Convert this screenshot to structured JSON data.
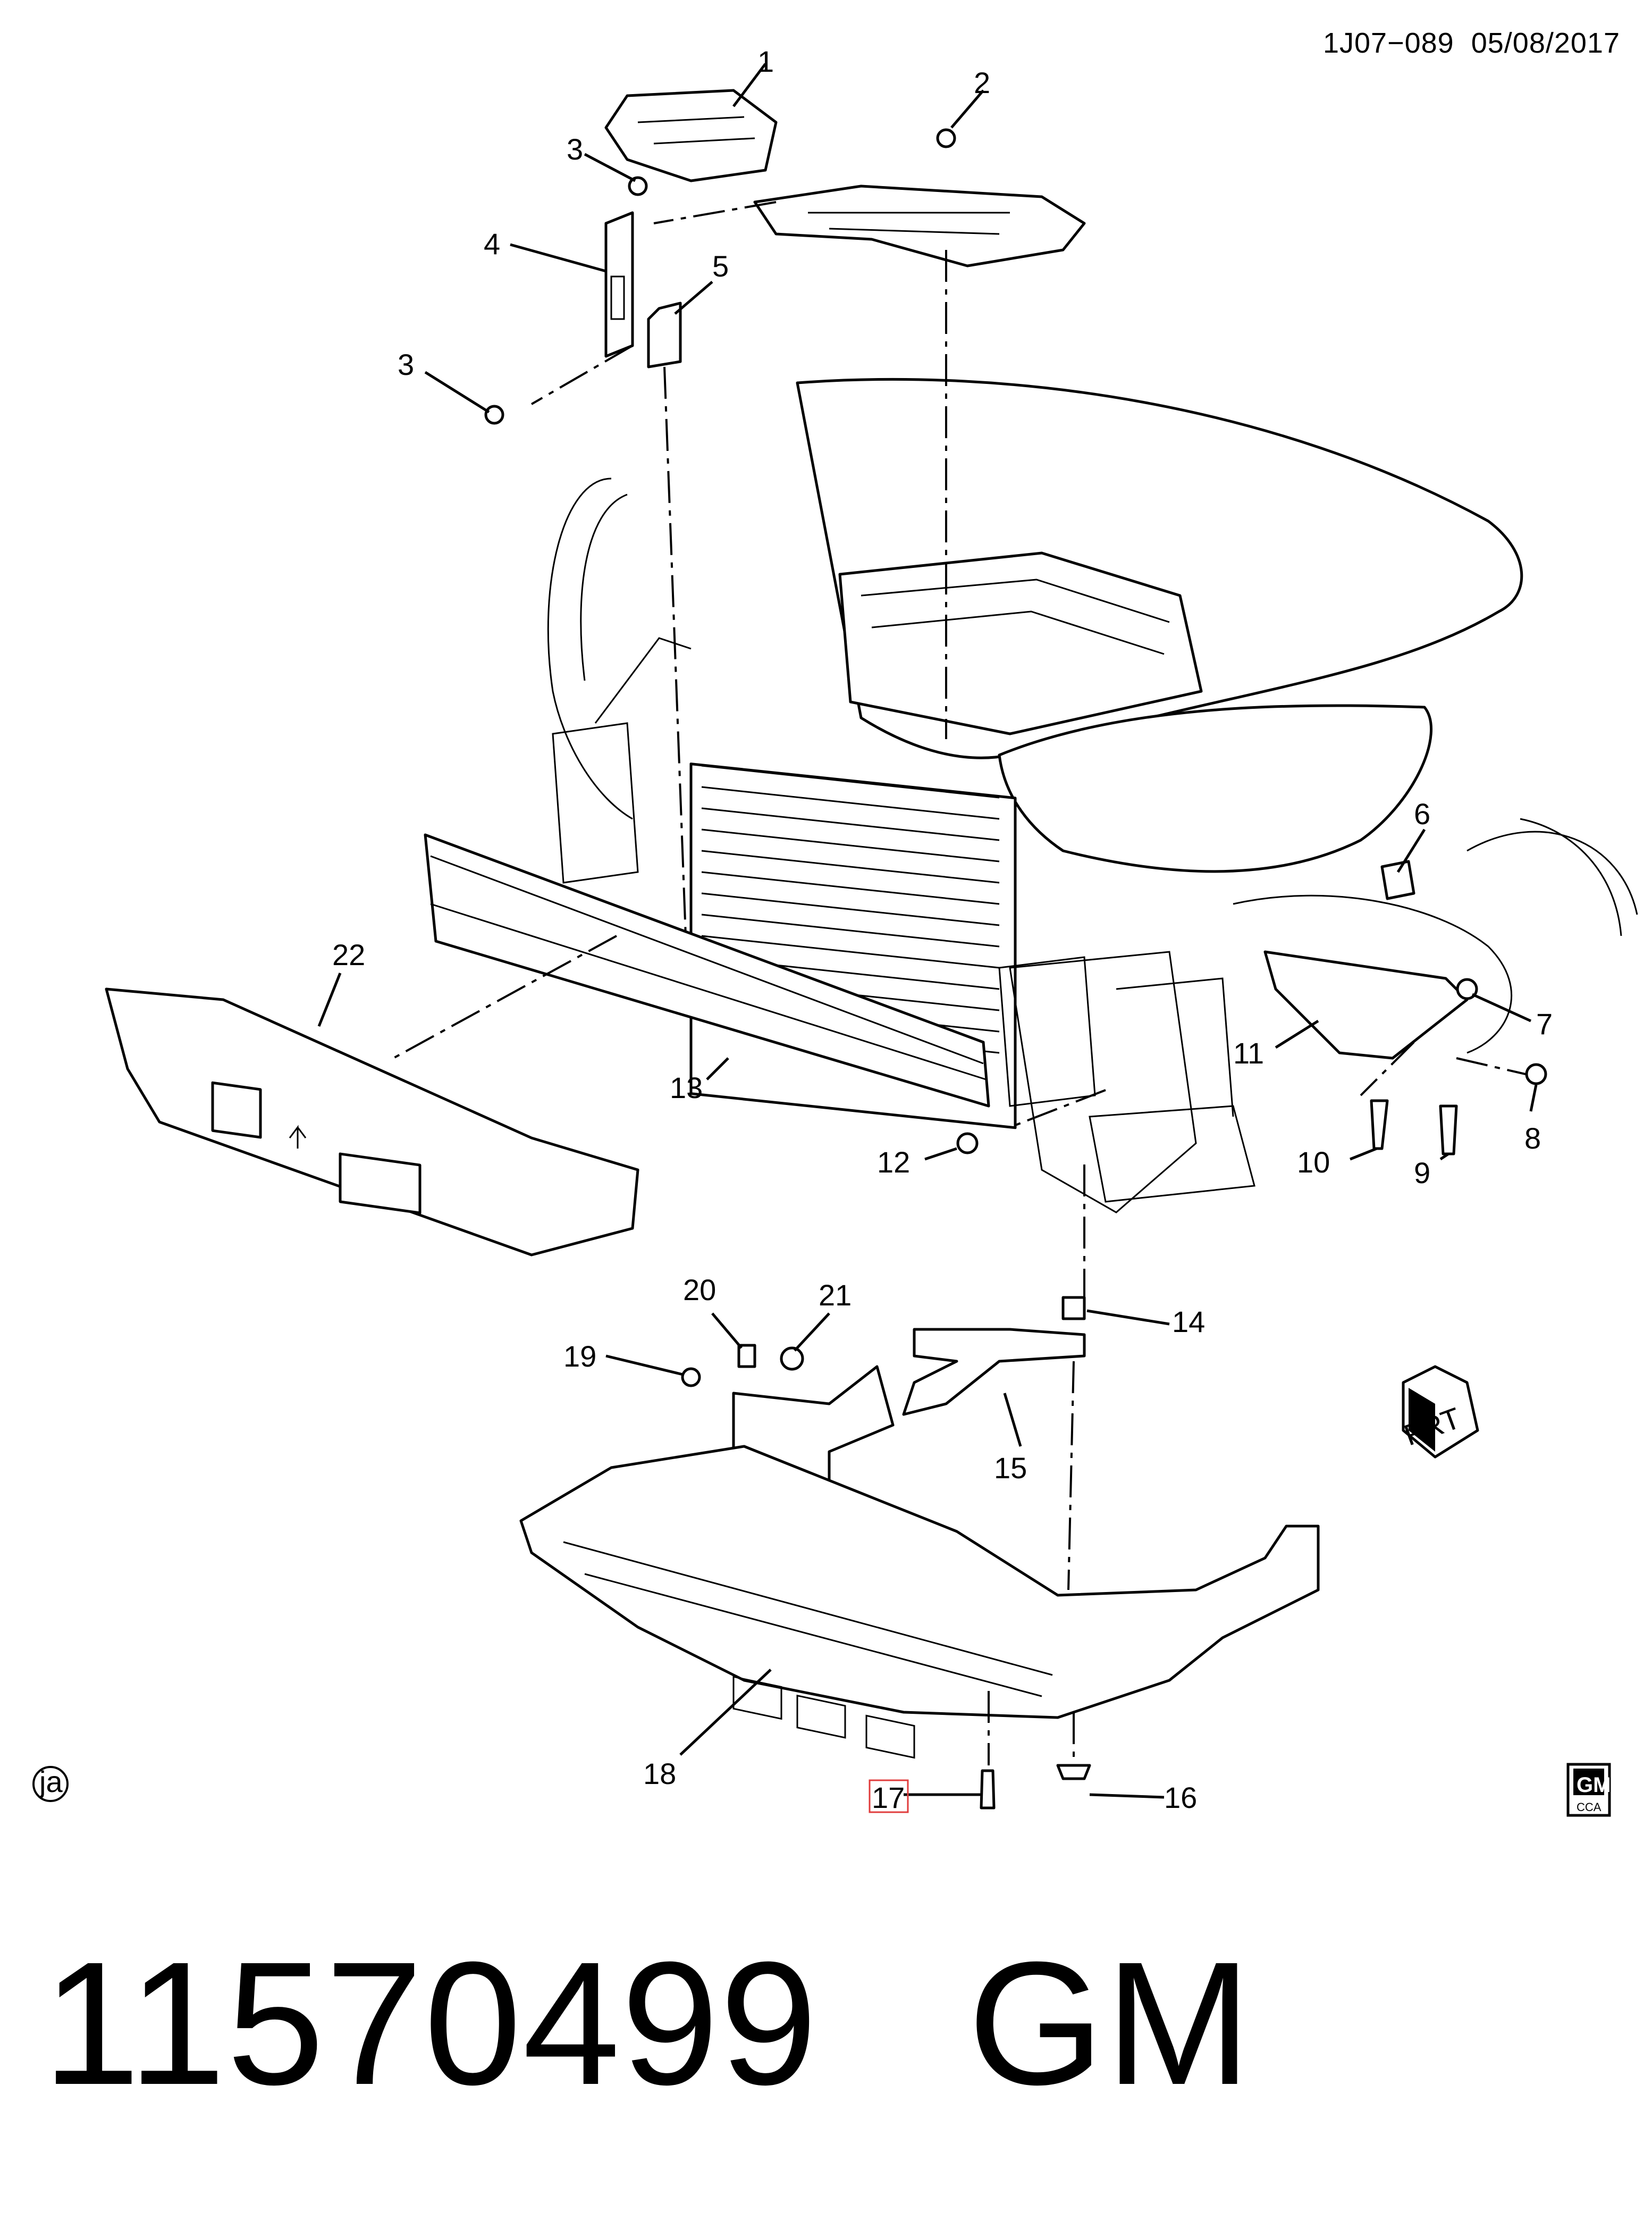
{
  "header": {
    "code": "1J07−089",
    "date": "05/08/2017"
  },
  "footer": {
    "part_number": "11570499",
    "brand": "GM"
  },
  "corner_tag": "ja",
  "logo": {
    "name": "gm-logo",
    "text": "GM",
    "sub": "CCA"
  },
  "direction_arrow": {
    "label": "FRT"
  },
  "callouts": [
    "1",
    "2",
    "3",
    "3",
    "4",
    "5",
    "6",
    "7",
    "8",
    "9",
    "10",
    "11",
    "12",
    "13",
    "14",
    "15",
    "16",
    "17",
    "18",
    "19",
    "20",
    "21",
    "22"
  ],
  "highlighted_callout": "17"
}
